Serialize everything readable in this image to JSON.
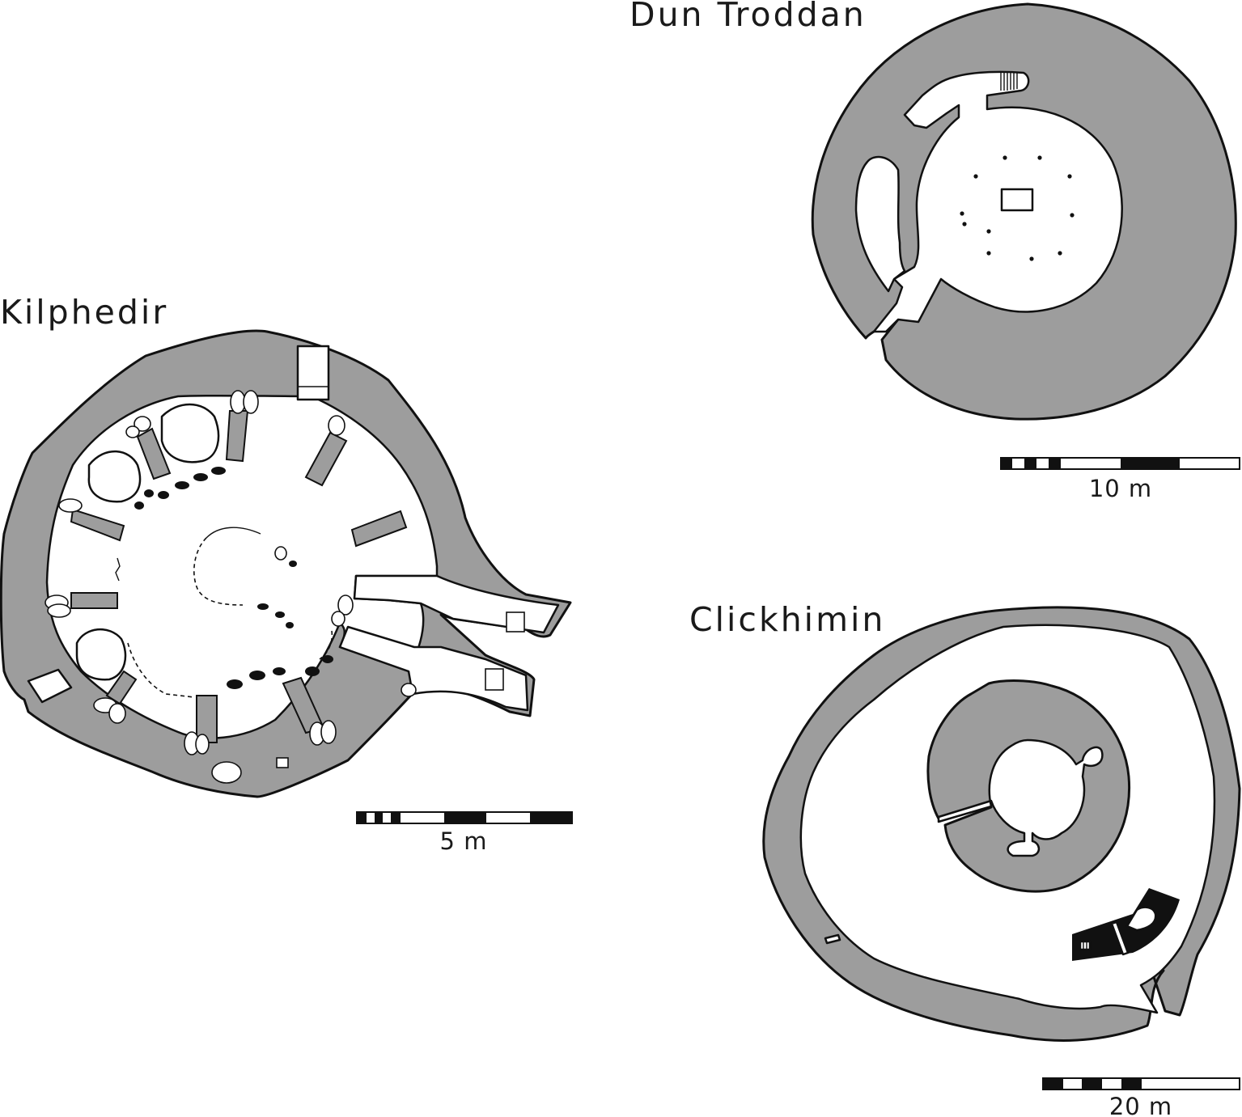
{
  "sites": {
    "kilphedir": {
      "title": "Kilphedir",
      "scale_label": "5 m"
    },
    "dun_troddan": {
      "title": "Dun Troddan",
      "scale_label": "10 m"
    },
    "clickhimin": {
      "title": "Clickhimin",
      "scale_label": "20 m"
    }
  },
  "colors": {
    "wall_fill": "#9d9d9d",
    "outline": "#111111",
    "background": "#ffffff"
  }
}
